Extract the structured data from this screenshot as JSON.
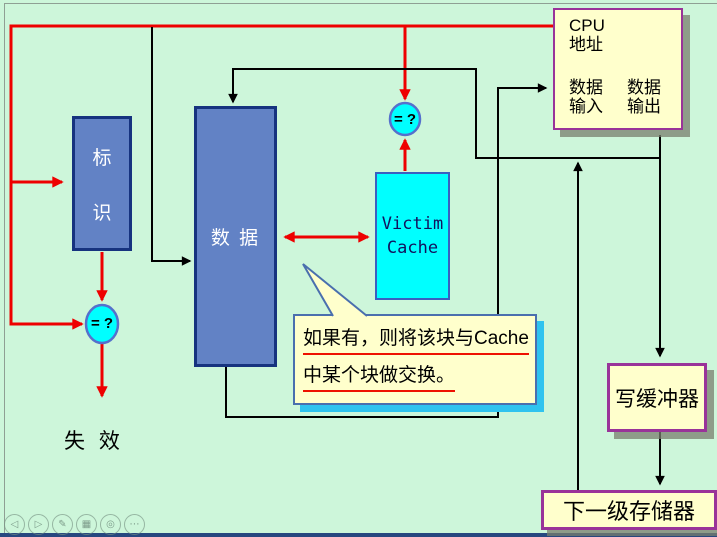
{
  "colors": {
    "slide_background": "#cdf6da",
    "address_path_red": "#ee0000",
    "data_path_black": "#000000",
    "ram_box_fill": "#6282c5",
    "ram_box_border": "#16337f",
    "victim_fill": "#00ffff",
    "victim_border": "#3a5fc0",
    "module_box_fill": "#ffffcc",
    "module_box_border": "#993399",
    "callout_fill": "#ffffcc",
    "callout_border": "#4a6fae",
    "callout_shadow": "#2fc3ef",
    "bottom_bar": "#27477f"
  },
  "cpu_box": {
    "line1": "CPU",
    "line2": "地址",
    "input_line1": "数据",
    "input_line2": "输入",
    "output_line1": "数据",
    "output_line2": "输出"
  },
  "tag_box": {
    "char1": "标",
    "char2": "识"
  },
  "data_box": {
    "label": "数 据"
  },
  "victim_box": {
    "line1": "Victim",
    "line2": "Cache"
  },
  "comparators": {
    "left": "= ?",
    "right": "= ?"
  },
  "callout": {
    "line1": "如果有，则将该块与Cache",
    "line2": "中某个块做交换。"
  },
  "miss_label": "失 效",
  "write_buffer_box": {
    "label": "写缓冲器"
  },
  "next_level_box": {
    "label": "下一级存储器"
  },
  "toolbar": {
    "items": [
      {
        "name": "previous-slide",
        "glyph": "◁"
      },
      {
        "name": "next-slide",
        "glyph": "▷"
      },
      {
        "name": "pen",
        "glyph": "✎"
      },
      {
        "name": "slide-overview",
        "glyph": "▦"
      },
      {
        "name": "zoom",
        "glyph": "◎"
      },
      {
        "name": "more-options",
        "glyph": "⋯"
      }
    ]
  }
}
